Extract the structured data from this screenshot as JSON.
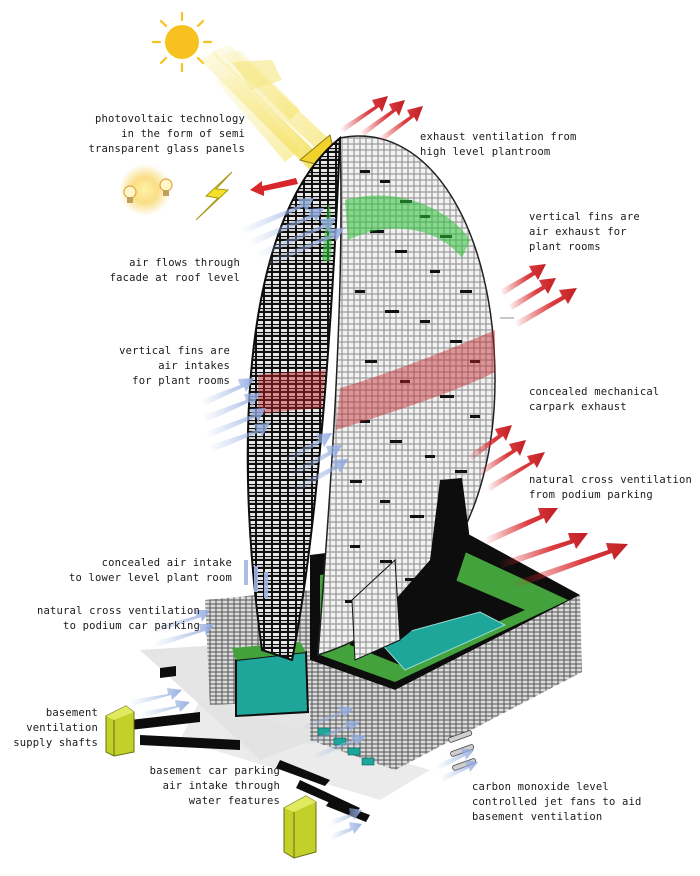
{
  "labels": {
    "pv": [
      "photovoltaic technology",
      "in the form of semi",
      "transparent glass panels"
    ],
    "exhaust": [
      "exhaust ventilation from",
      "high level plantroom"
    ],
    "fins_exhaust": [
      "vertical fins are",
      "air exhaust for",
      "plant rooms"
    ],
    "air_roof": [
      "air flows through",
      "facade at roof level"
    ],
    "fins_intake": [
      "vertical fins are",
      "air intakes",
      "for plant rooms"
    ],
    "carpark_exhaust": [
      "concealed mechanical",
      "carpark exhaust"
    ],
    "cross_podium": [
      "natural cross ventilation",
      "from podium parking"
    ],
    "lower_intake": [
      "concealed air intake",
      "to lower level plant room"
    ],
    "cross_car": [
      "natural cross ventilation",
      "to podium car parking"
    ],
    "basement_shafts": [
      "basement",
      "ventilation",
      "supply shafts"
    ],
    "basement_water": [
      "basement car parking",
      "air intake through",
      "water features"
    ],
    "jet_fans": [
      "carbon   monoxide   level",
      "controlled jet fans to aid",
      "basement ventilation"
    ]
  },
  "colors": {
    "sun": "#f7c21f",
    "ray": "#f3e36a",
    "exhaust_arrow": "#d8262b",
    "intake_arrow": "#9fb7e6",
    "podium_green": "#3fa33a",
    "shaft_yellow": "#c2d02a",
    "water": "#1fa69b",
    "green_band": "#2ec23a",
    "red_band": "#c3262b"
  },
  "icons": [
    "sun-icon",
    "light-bulb-icon",
    "lightning-bolt-icon"
  ]
}
